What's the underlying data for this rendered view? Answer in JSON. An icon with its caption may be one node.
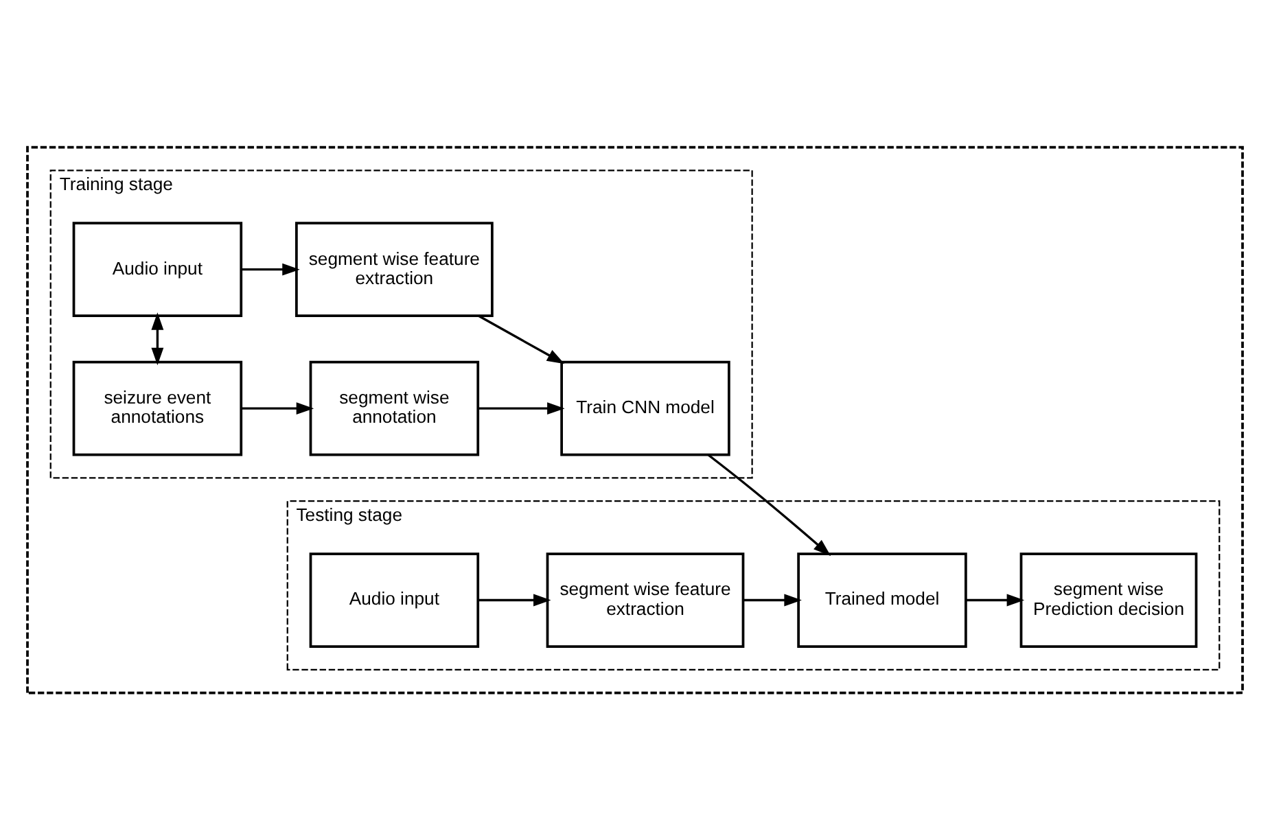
{
  "diagram": {
    "nodes": [
      {
        "text": [],
        "shape": "box"
      },
      {
        "text": [
          "Training stage"
        ],
        "in": 0
      },
      {
        "text": [
          "Audio input"
        ],
        "in": 1
      },
      {
        "text": [
          "segment wise feature extraction"
        ],
        "in": 1
      },
      {
        "text": [
          "Train CNN model"
        ],
        "in": 1
      },
      {
        "text": [
          "seizure event annotations"
        ],
        "in": 1
      },
      {
        "text": [
          "segment wise annotation"
        ],
        "in": 1
      },
      {
        "text": [
          "Testing stage"
        ],
        "in": 0
      },
      {
        "text": [
          "Audio input"
        ],
        "in": 7
      },
      {
        "text": [
          "segment wise feature extraction"
        ],
        "in": 7
      },
      {
        "text": [
          "Trained model"
        ],
        "in": 7
      },
      {
        "text": [
          "segment wise Prediction decision"
        ],
        "in": 7
      }
    ],
    "edges": [
      {
        "from": 2,
        "to": 3,
        "arrow": "to"
      },
      {
        "from": 2,
        "to": 5,
        "arrow": "both"
      },
      {
        "from": 5,
        "to": 6,
        "arrow": "to"
      },
      {
        "from": 3,
        "to": 4,
        "arrow": "to"
      },
      {
        "from": 6,
        "to": 4,
        "arrow": "to"
      },
      {
        "from": 4,
        "to": 10,
        "arrow": "to"
      },
      {
        "from": 8,
        "to": 9,
        "arrow": "to"
      },
      {
        "from": 9,
        "to": 10,
        "arrow": "to"
      },
      {
        "from": 10,
        "to": 11,
        "arrow": "to"
      }
    ]
  }
}
